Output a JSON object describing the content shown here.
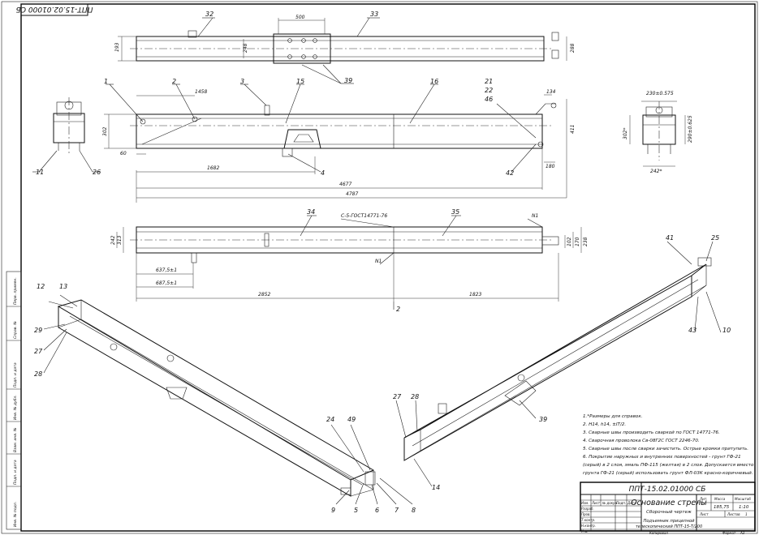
{
  "stamp_code_rotated": "ППТ-15.02.01000 СБ",
  "views": {
    "top": {
      "callouts": [
        "32",
        "33",
        "39"
      ],
      "dims": [
        "193",
        "500",
        "248",
        "288"
      ]
    },
    "front": {
      "callouts": [
        "1",
        "2",
        "3",
        "15",
        "16",
        "21",
        "22",
        "46",
        "4",
        "42"
      ],
      "dims": [
        "1458",
        "134",
        "302",
        "411",
        "60",
        "1682",
        "180",
        "4677",
        "4787"
      ]
    },
    "section_left": {
      "callouts": [
        "11",
        "26"
      ]
    },
    "section_right": {
      "dims": [
        "230±0.575",
        "302*",
        "290±0.625",
        "242*"
      ]
    },
    "bottom": {
      "callouts": [
        "34",
        "35",
        "2"
      ],
      "weld_note": "С-5-ГОСТ14771-76",
      "weld_marks": [
        "N1",
        "N1"
      ],
      "dims": [
        "313",
        "242",
        "102",
        "170",
        "238",
        "637,5±1",
        "687,5±1",
        "2852",
        "1823"
      ]
    },
    "iso_left": {
      "callouts": [
        "12",
        "13",
        "29",
        "27",
        "28",
        "24",
        "49",
        "9",
        "5",
        "6",
        "7",
        "8"
      ]
    },
    "iso_right": {
      "callouts": [
        "41",
        "25",
        "43",
        "10",
        "27",
        "28",
        "39",
        "14"
      ]
    }
  },
  "notes": [
    "1.*Размеры для справок.",
    "2. Н14, h14, ±IT/2.",
    "3. Сварные швы производить сваркой по ГОСТ 14771-76.",
    "4. Сварочная проволока Св-08Г2С ГОСТ 2246-70.",
    "5. Сварные швы после сварки зачистить. Острые кромки притупить.",
    "6. Покрытие наружных и внутренних поверхностей - грунт ГФ-21",
    "(серый) в 2 слоя, эмаль ПФ-115 (желтая) в 2 слоя. Допускается вместо",
    "грунта ГФ-21 (серый) использовать грунт ФЛ-03К красно-коричневый."
  ],
  "title_block": {
    "doc_code": "ППТ-15.02.01000 СБ",
    "title": "Основание стрелы",
    "subtitle": "Сборочный чертеж",
    "product_line1": "Подъемник прицепной",
    "product_line2": "телескопический ППТ-15-Т/200",
    "lit_label": "Лит.",
    "mass_label": "Масса",
    "scale_label": "Масштаб",
    "mass": "185,75",
    "scale": "1:10",
    "sheet_label": "Лист",
    "sheets_label": "Листов",
    "sheets_count": "1",
    "row_labels": [
      "Изм.",
      "Лист",
      "№ докум.",
      "Подп.",
      "Дата"
    ],
    "role_labels": [
      "Разраб.",
      "Пров.",
      "Т.контр.",
      "Н.контр.",
      "Утв."
    ],
    "copied_label": "Копировал",
    "format_label": "Формат",
    "format": "А3"
  },
  "side_strip": [
    "Перв. примен.",
    "Справ. №",
    "Подп. и дата",
    "Инв. № дубл.",
    "Взам. инв. №",
    "Подп. и дата",
    "Инв. № подл."
  ]
}
